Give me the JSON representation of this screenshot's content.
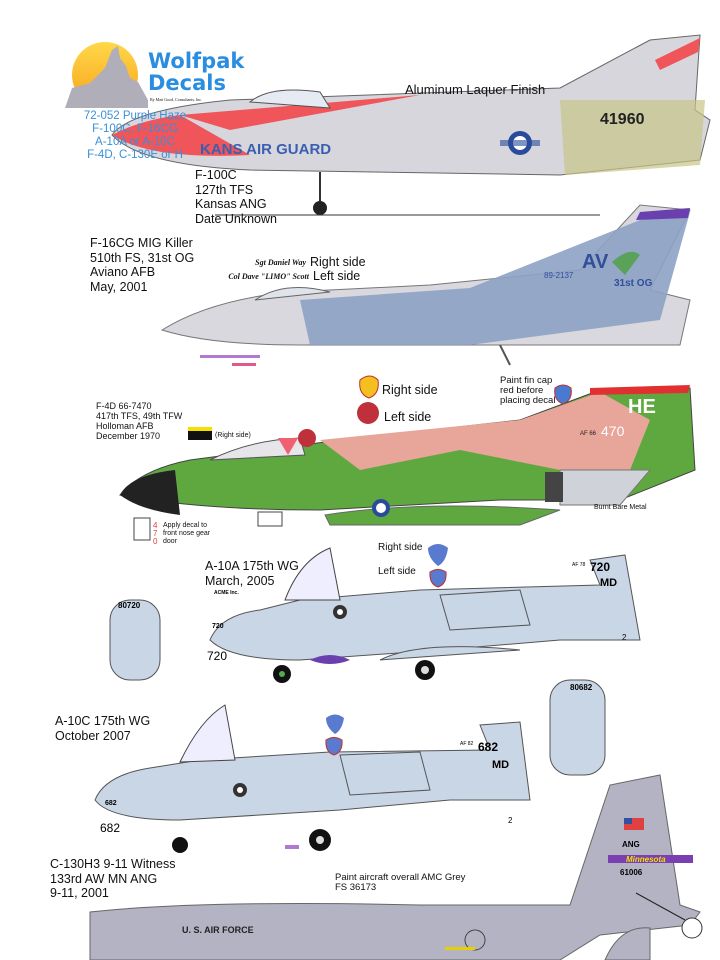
{
  "header": {
    "brand_line1": "Wolfpak",
    "brand_line2": "Decals",
    "brand_tagline": "By Matt Good, Consultants, Inc.",
    "sheet_title": "72-052 Purple Haze",
    "sheet_lines": [
      "F-100C, F-16CG",
      "A-10A or A-10C",
      "F-4D, C-130E or H"
    ]
  },
  "f100": {
    "finish_note": "Aluminum Laquer Finish",
    "caption": [
      "F-100C",
      "127th TFS",
      "Kansas ANG",
      "Date Unknown"
    ],
    "fuselage_text": "KANS AIR GUARD",
    "serial": "41960"
  },
  "f16": {
    "caption": [
      "F-16CG MIG Killer",
      "510th FS, 31st OG",
      "Aviano AFB",
      "May, 2001"
    ],
    "right_side_name": "Sgt Daniel Way",
    "right_side_label": "Right side",
    "left_side_name": "Col Dave \"LIMO\" Scott",
    "left_side_label": "Left side",
    "tail_code": "AV",
    "tail_unit": "31st OG",
    "tail_serial": "89-2137"
  },
  "f4": {
    "caption": [
      "F-4D 66-7470",
      "417th TFS, 49th TFW",
      "Holloman AFB",
      "December 1970"
    ],
    "right_side_note": "(Right side)",
    "badge_right_label": "Right side",
    "badge_left_label": "Left side",
    "fin_cap_note": [
      "Paint fin cap",
      "red before",
      "placing decal"
    ],
    "tail_code": "HE",
    "tail_serial_prefix": "AF 66",
    "tail_number": "470",
    "burnt_metal_note": "Burnt Bare Metal",
    "nose_gear_digits": [
      "4",
      "7",
      "0"
    ],
    "nose_gear_note": [
      "Apply decal to",
      "front nose gear",
      "door"
    ]
  },
  "a10a": {
    "caption": [
      "A-10A 175th WG",
      "March, 2005"
    ],
    "badge_right_label": "Right side",
    "badge_left_label": "Left side",
    "nose_number": "720",
    "nose_number_large": "720",
    "tail_serial_prefix": "AF 78",
    "tail_number": "720",
    "tail_code": "MD",
    "nose_art_label": "ACME Inc.",
    "callout_number": "2",
    "canopy_number": "80720"
  },
  "a10c": {
    "caption": [
      "A-10C 175th WG",
      "October 2007"
    ],
    "nose_number": "682",
    "nose_number_large": "682",
    "tail_serial_prefix": "AF 82",
    "tail_number": "682",
    "tail_code": "MD",
    "callout_number": "2",
    "canopy_number": "80682"
  },
  "c130": {
    "caption": [
      "C-130H3 9-11 Witness",
      "133rd AW MN ANG",
      "9-11, 2001"
    ],
    "paint_note": [
      "Paint aircraft overall AMC Grey",
      "FS 36173"
    ],
    "fuselage_text": "U. S. AIR FORCE",
    "tail_ang": "ANG",
    "tail_state": "Minnesota",
    "tail_serial": "61006"
  },
  "colors": {
    "brand_blue": "#2a8de0",
    "sheet_blue": "#3a8fd8",
    "f100_red": "#f0555a",
    "f16_grey": "#8ea2c4",
    "f4_green": "#5fa840",
    "f4_tan": "#e8a59a",
    "a10_grey": "#c9d6e6",
    "c130_grey": "#b3b3c3",
    "mn_purple": "#7a3fb0"
  }
}
